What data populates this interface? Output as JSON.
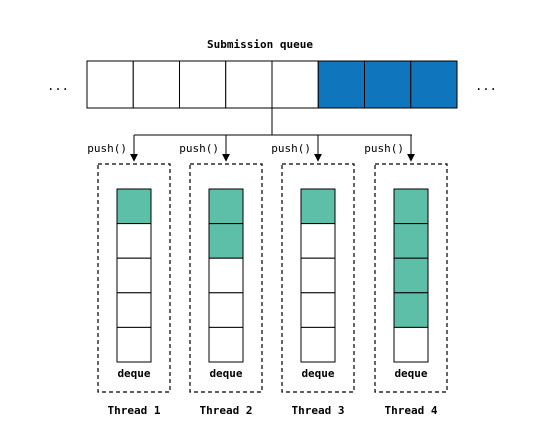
{
  "queue": {
    "title": "Submission queue",
    "ellipsis_left": "...",
    "ellipsis_right": "...",
    "slots": [
      false,
      false,
      false,
      false,
      false,
      true,
      true,
      true
    ]
  },
  "threads": [
    {
      "label": "Thread 1",
      "push_label": "push()",
      "deque_label": "deque",
      "slots": [
        true,
        false,
        false,
        false,
        false
      ]
    },
    {
      "label": "Thread 2",
      "push_label": "push()",
      "deque_label": "deque",
      "slots": [
        true,
        true,
        false,
        false,
        false
      ]
    },
    {
      "label": "Thread 3",
      "push_label": "push()",
      "deque_label": "deque",
      "slots": [
        true,
        false,
        false,
        false,
        false
      ]
    },
    {
      "label": "Thread 4",
      "push_label": "push()",
      "deque_label": "deque",
      "slots": [
        true,
        true,
        true,
        true,
        false
      ]
    }
  ],
  "colors": {
    "queue_filled": "#0f75bc",
    "deque_filled": "#5ebfa8",
    "empty": "#ffffff",
    "stroke": "#000000"
  }
}
